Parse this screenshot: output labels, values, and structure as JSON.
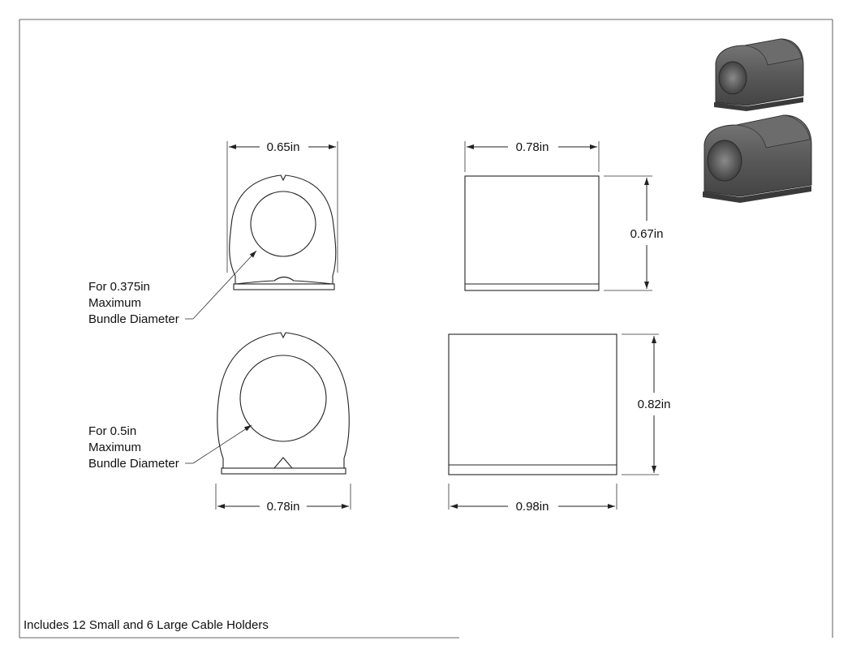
{
  "drawing": {
    "dims": {
      "small_front_width": "0.65in",
      "small_side_width": "0.78in",
      "small_side_height": "0.67in",
      "large_front_width": "0.78in",
      "large_side_width": "0.98in",
      "large_side_height": "0.82in"
    },
    "callouts": {
      "small": [
        "For 0.375in",
        "Maximum",
        "Bundle Diameter"
      ],
      "large": [
        "For 0.5in",
        "Maximum",
        "Bundle Diameter"
      ]
    },
    "footer_note": "Includes 12 Small and 6 Large Cable Holders",
    "colors": {
      "line": "#222222",
      "render_body": "#5d5d5d",
      "render_dark": "#3c3c3c"
    }
  }
}
